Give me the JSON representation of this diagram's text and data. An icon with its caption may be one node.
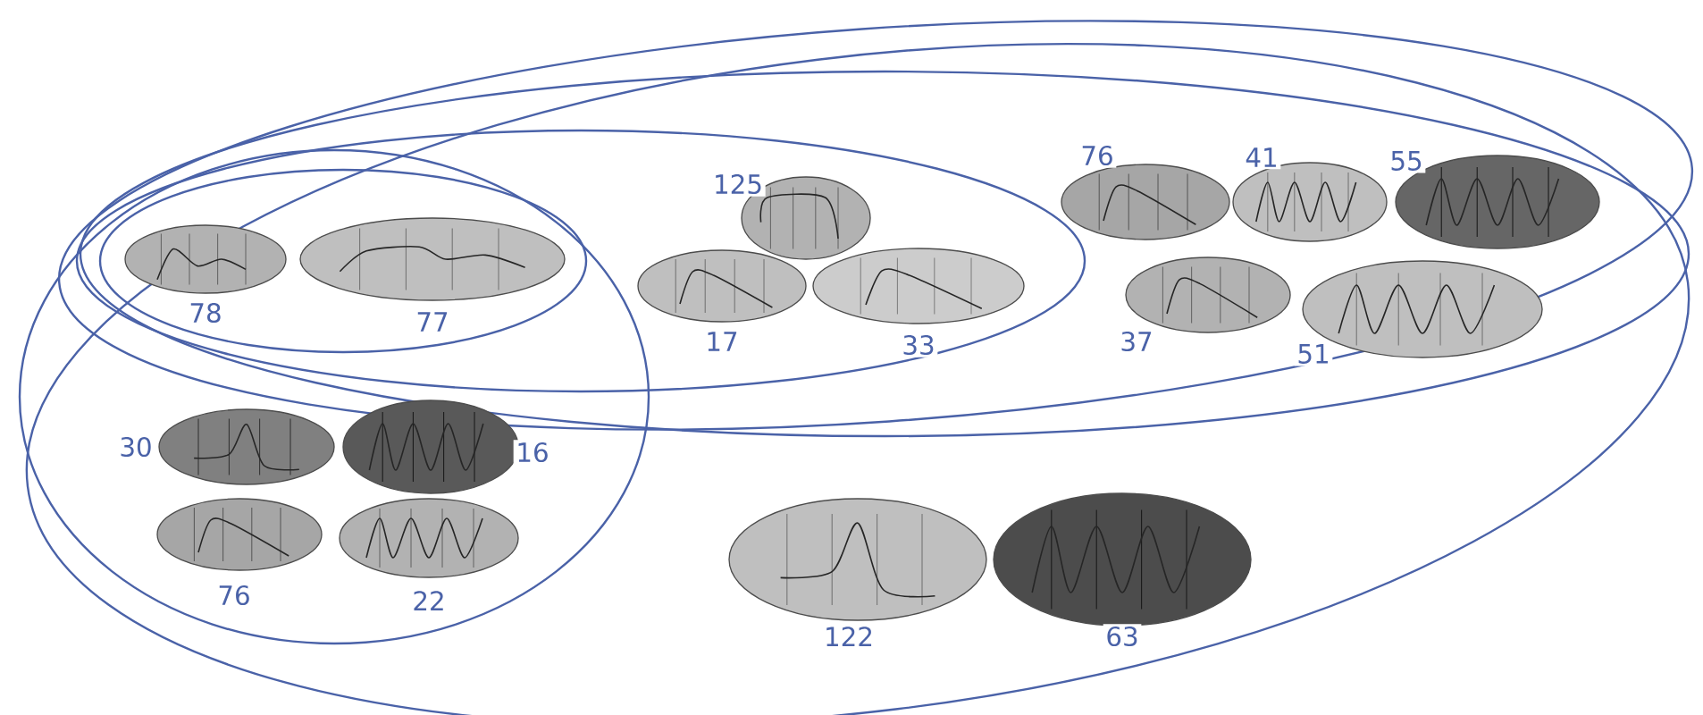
{
  "diagram": {
    "nodes": [
      {
        "text": [
          "78"
        ]
      },
      {
        "text": [
          "77"
        ]
      },
      {
        "text": [
          "125"
        ]
      },
      {
        "text": [
          "17"
        ]
      },
      {
        "text": [
          "33"
        ]
      },
      {
        "text": [
          "76"
        ]
      },
      {
        "text": [
          "41"
        ]
      },
      {
        "text": [
          "55"
        ]
      },
      {
        "text": [
          "37"
        ]
      },
      {
        "text": [
          "51"
        ]
      },
      {
        "text": [
          "30"
        ]
      },
      {
        "text": [
          "16"
        ]
      },
      {
        "text": [
          "76"
        ]
      },
      {
        "text": [
          "22"
        ]
      },
      {
        "text": [
          "122"
        ]
      },
      {
        "text": [
          "63"
        ]
      }
    ]
  }
}
